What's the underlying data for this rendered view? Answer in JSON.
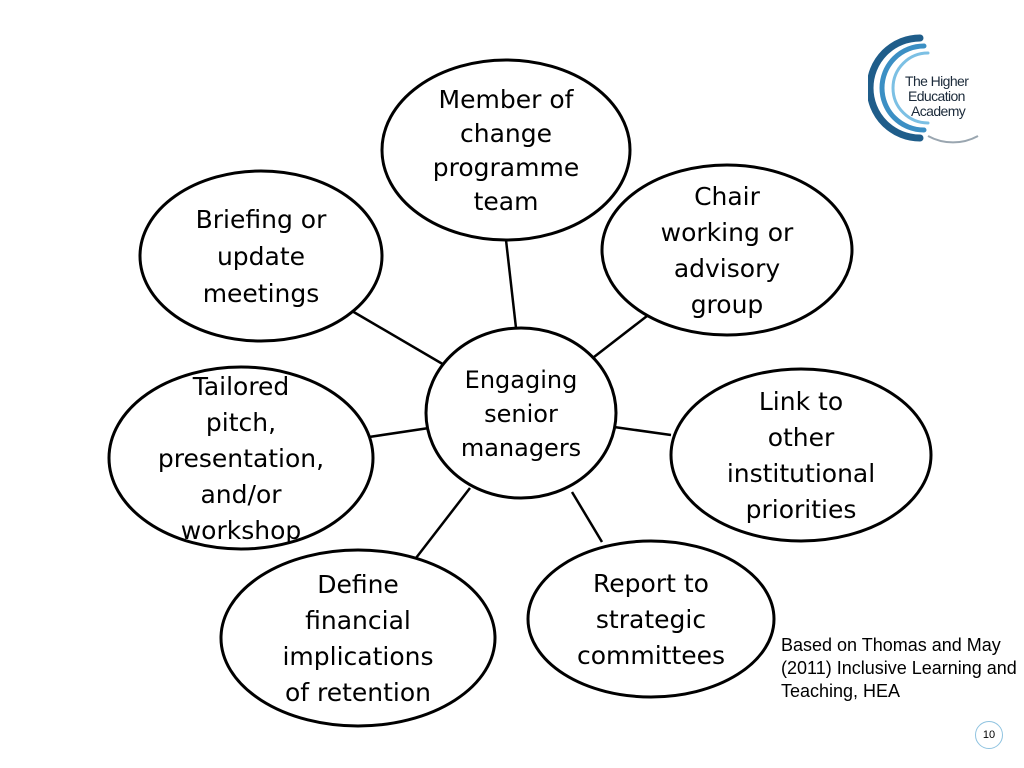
{
  "diagram": {
    "center": {
      "id": "center",
      "lines": [
        "Engaging",
        "senior",
        "managers"
      ]
    },
    "nodes": [
      {
        "id": "member",
        "lines": [
          "Member of",
          "change",
          "programme",
          "team"
        ]
      },
      {
        "id": "chair",
        "lines": [
          "Chair",
          "working or",
          "advisory",
          "group"
        ]
      },
      {
        "id": "link",
        "lines": [
          "Link to",
          "other",
          "institutional",
          "priorities"
        ]
      },
      {
        "id": "report",
        "lines": [
          "Report to",
          "strategic",
          "committees"
        ]
      },
      {
        "id": "define",
        "lines": [
          "Define",
          "financial",
          "implications",
          "of retention"
        ]
      },
      {
        "id": "tailored",
        "lines": [
          "Tailored",
          "pitch,",
          "presentation,",
          "and/or",
          "workshop"
        ]
      },
      {
        "id": "briefing",
        "lines": [
          "Briefing or",
          "update",
          "meetings"
        ]
      }
    ]
  },
  "logo": {
    "lines": [
      "The Higher",
      "Education",
      "Academy"
    ],
    "colors": [
      "#1f5d8a",
      "#3b8fc4",
      "#7cc0e4",
      "#9aa6b0"
    ]
  },
  "source_note": {
    "text": "Based on Thomas and May (2011) Inclusive Learning and Teaching, HEA"
  },
  "page_number": "10"
}
